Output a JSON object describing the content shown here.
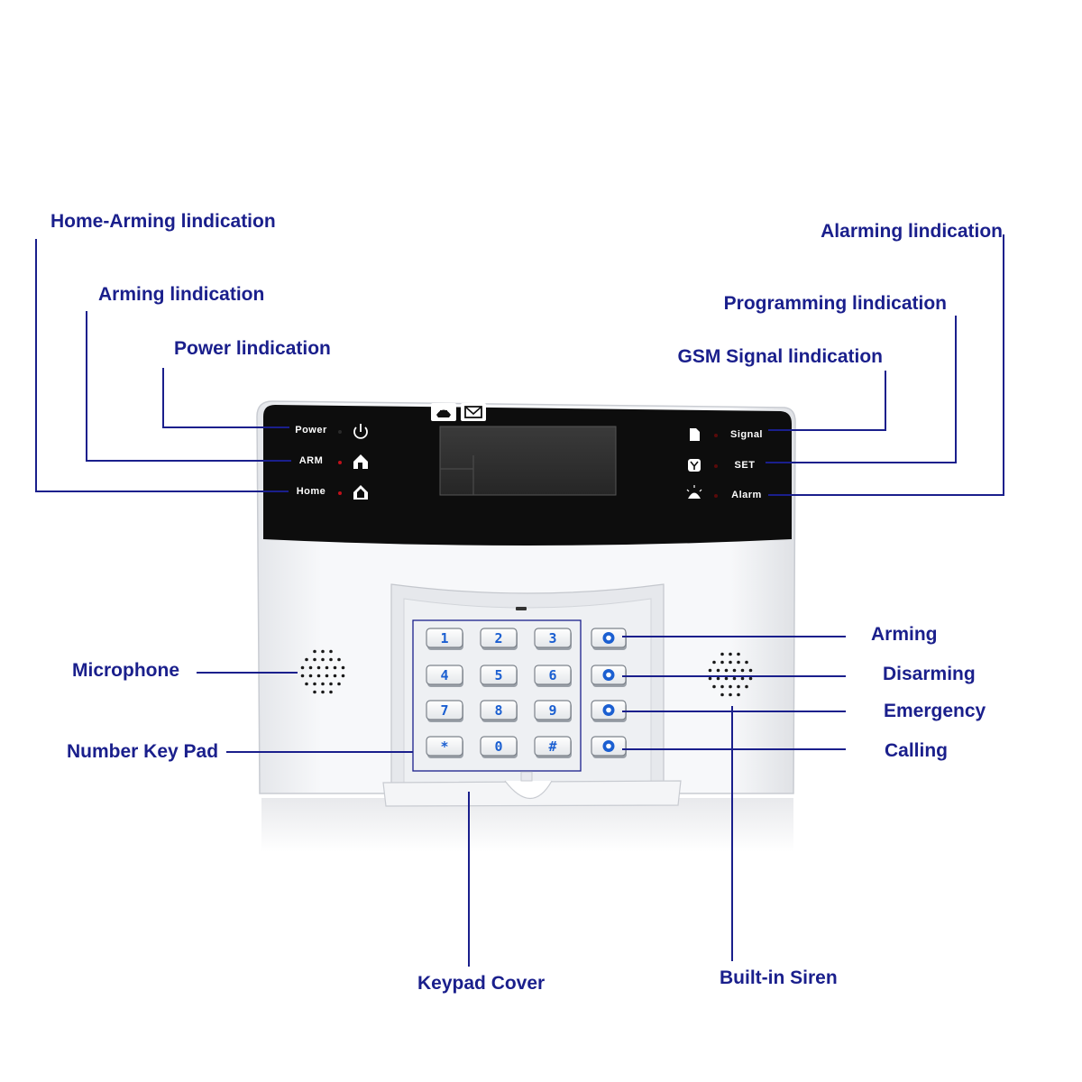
{
  "colors": {
    "callout_text": "#1a1f8c",
    "leader_line": "#1a1f8c",
    "panel_black": "#0d0d0d",
    "body_white": "#f3f4f6",
    "key_glyph": "#1b5fd1",
    "led_red": "#c0101a"
  },
  "callouts": {
    "home_arming": "Home-Arming lindication",
    "arming_ind": "Arming lindication",
    "power_ind": "Power lindication",
    "alarming_ind": "Alarming lindication",
    "programming_ind": "Programming lindication",
    "gsm_signal_ind": "GSM Signal lindication",
    "microphone": "Microphone",
    "number_keypad": "Number Key Pad",
    "arming": "Arming",
    "disarming": "Disarming",
    "emergency": "Emergency",
    "calling": "Calling",
    "keypad_cover": "Keypad Cover",
    "builtin_siren": "Built-in Siren"
  },
  "panel": {
    "left_labels": [
      "Power",
      "ARM",
      "Home"
    ],
    "right_labels": [
      "Signal",
      "SET",
      "Alarm"
    ],
    "top_icons": [
      "phone-icon",
      "envelope-icon"
    ],
    "left_icons": [
      "power-icon",
      "arm-house-icon",
      "home-house-icon"
    ],
    "right_icons": [
      "sim-card-icon",
      "wrench-icon",
      "siren-icon"
    ]
  },
  "keypad": {
    "number_keys": [
      "1",
      "2",
      "3",
      "4",
      "5",
      "6",
      "7",
      "8",
      "9",
      "*",
      "0",
      "#"
    ],
    "function_keys": [
      "arming-key-icon",
      "disarming-key-icon",
      "emergency-key-icon",
      "calling-key-icon"
    ]
  }
}
